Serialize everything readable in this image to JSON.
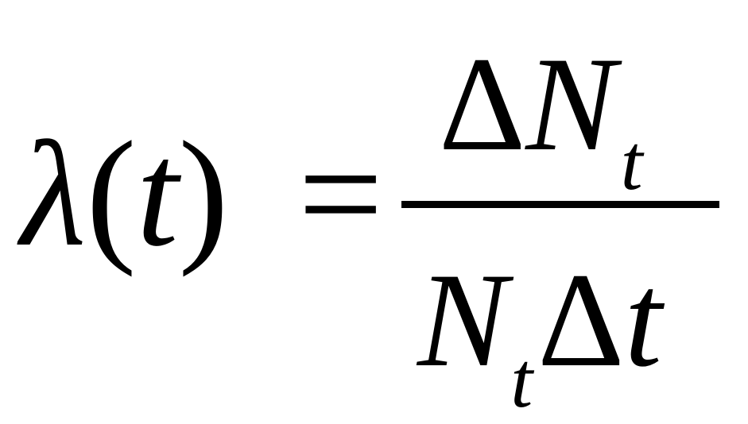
{
  "formula": {
    "lambda": "λ",
    "open_paren": "(",
    "t": "t",
    "close_paren": ")",
    "equals": "=",
    "delta": "Δ",
    "N": "N",
    "sub_t": "t"
  }
}
